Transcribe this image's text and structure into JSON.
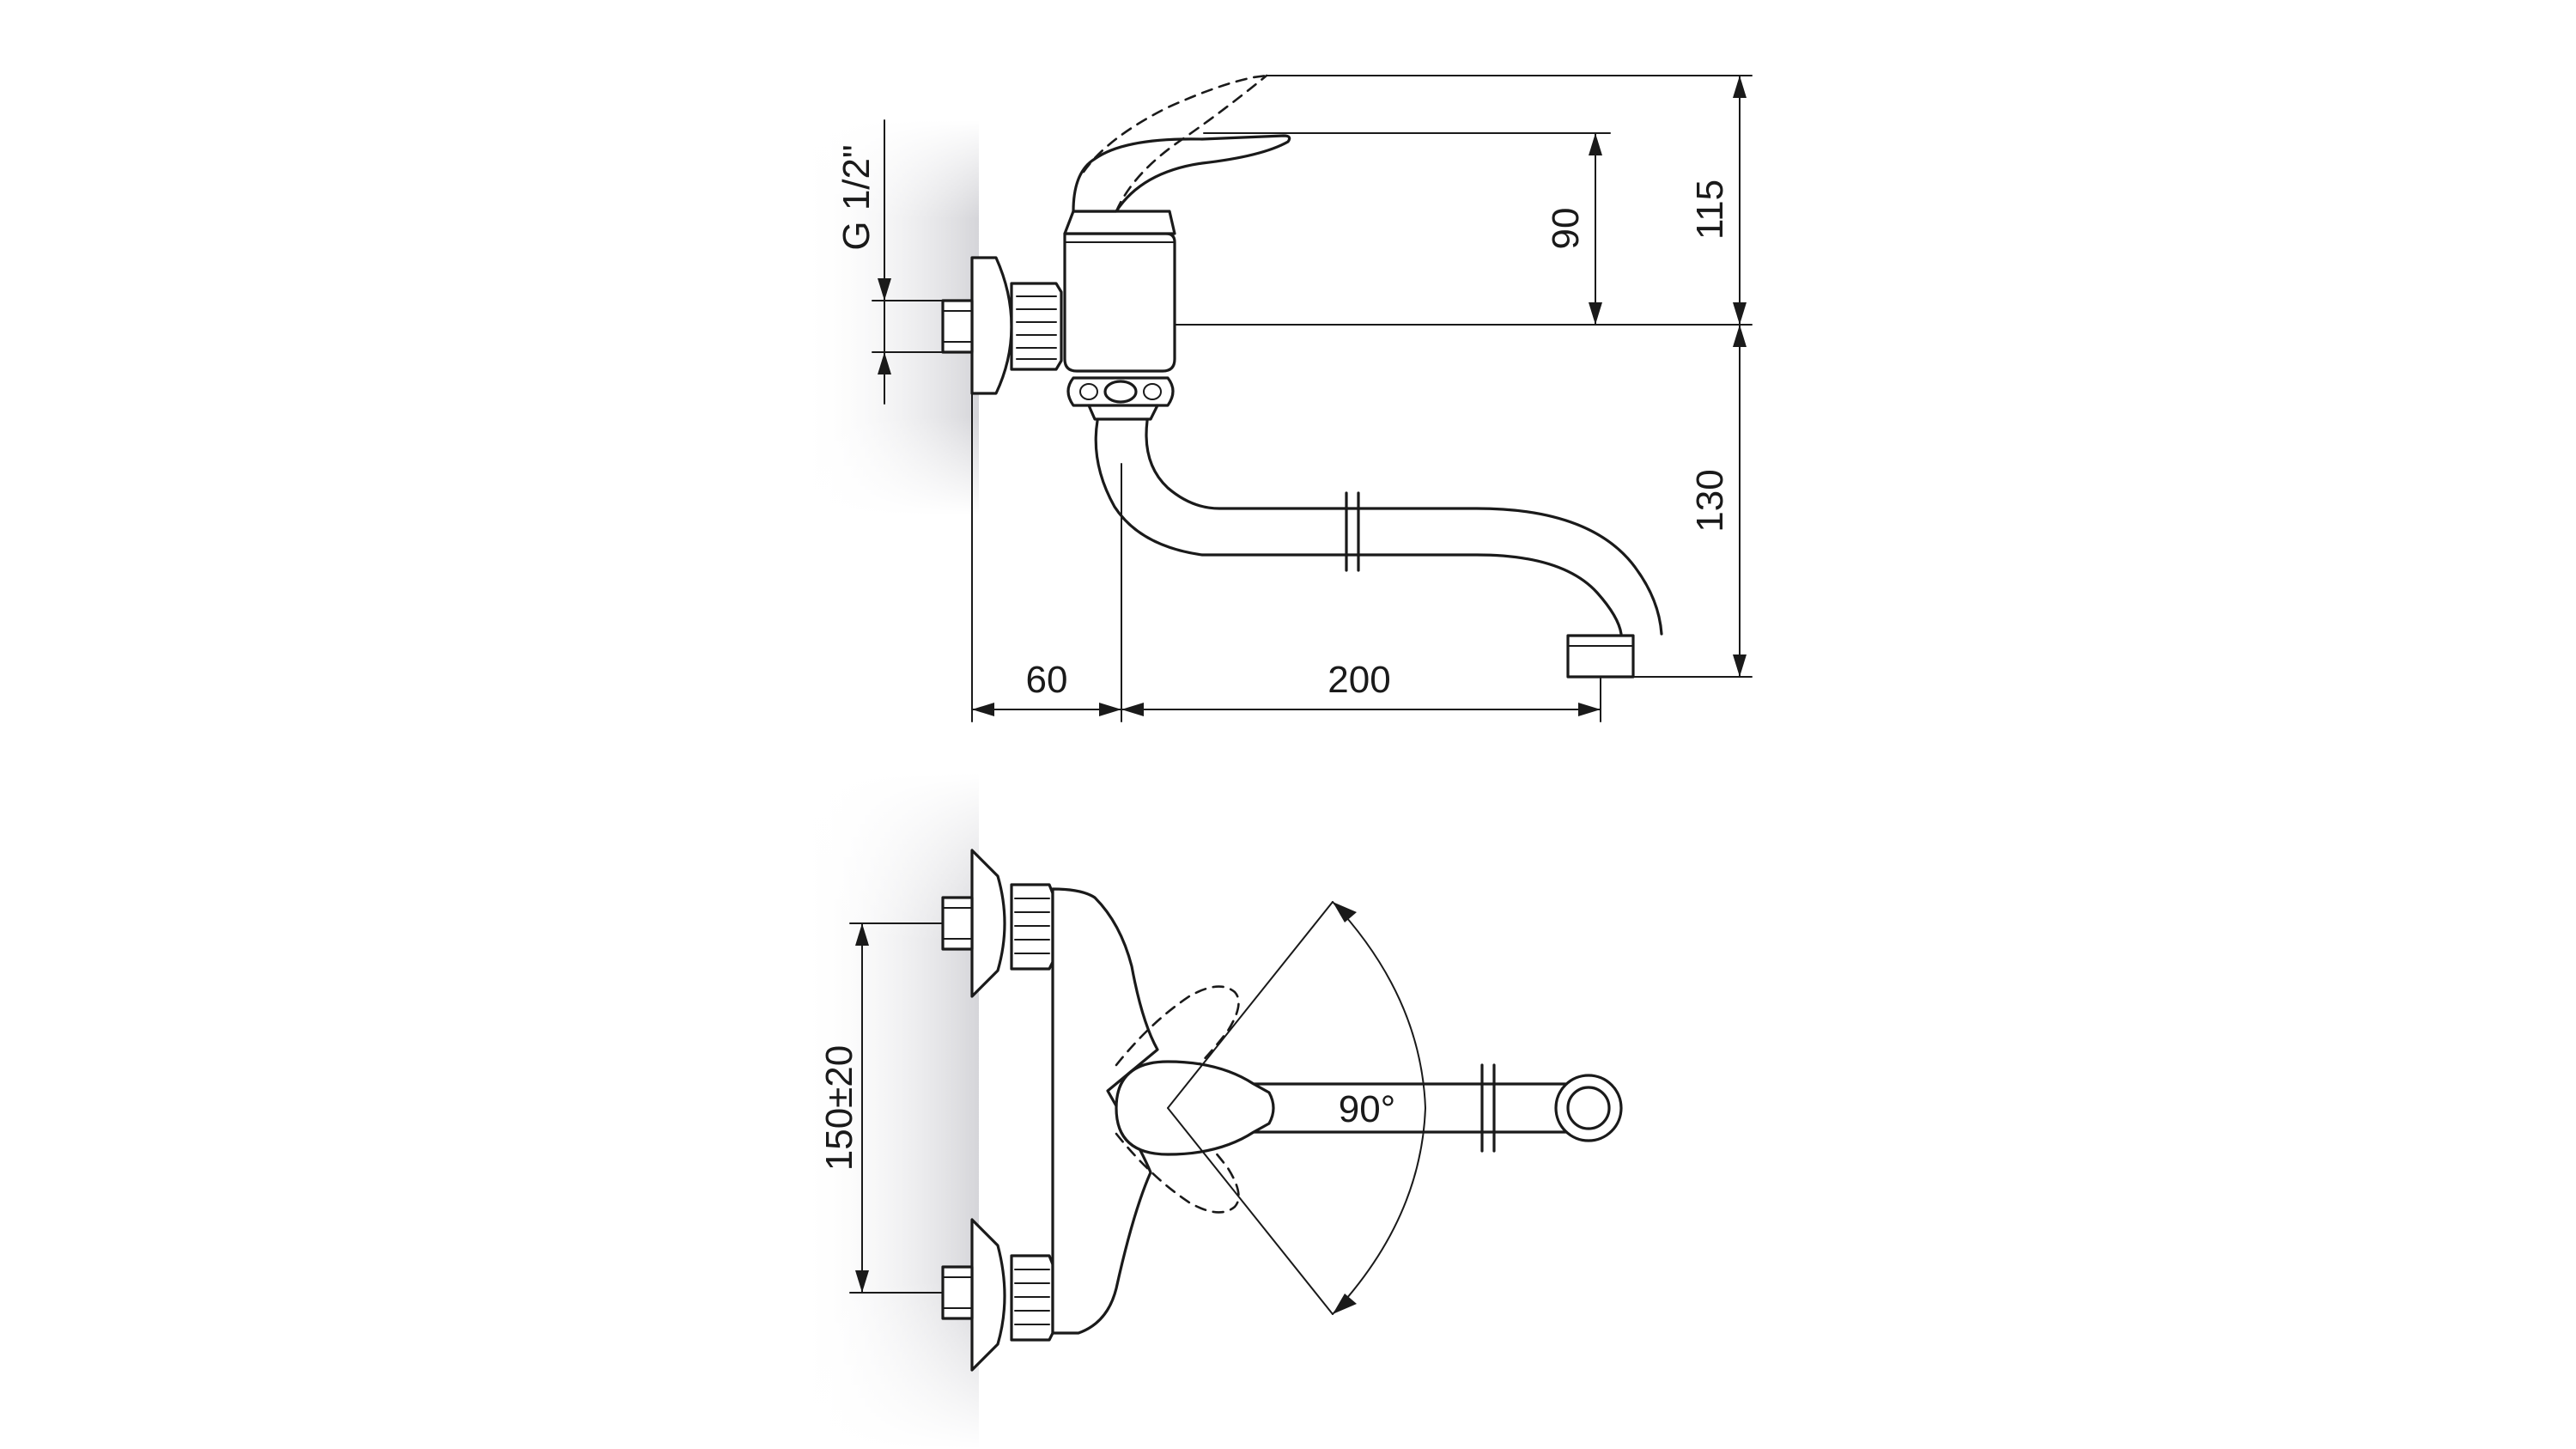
{
  "dimensions": {
    "thread": "G 1/2\"",
    "height_handle": "90",
    "height_total": "115",
    "spout_height": "130",
    "wall_offset": "60",
    "spout_reach": "200",
    "inlet_spacing": "150±20",
    "handle_rotation": "90°"
  },
  "colors": {
    "line": "#1a1a1a",
    "wall_shadow": "#d9d9dc",
    "background": "#ffffff"
  }
}
